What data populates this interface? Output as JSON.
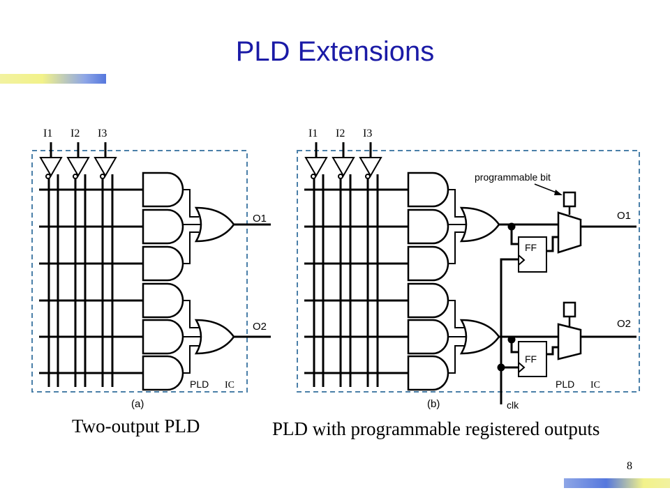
{
  "slide": {
    "title": "PLD Extensions",
    "page_number": "8"
  },
  "panel_a": {
    "inputs": [
      "I1",
      "I2",
      "I3"
    ],
    "outputs": [
      "O1",
      "O2"
    ],
    "chip_label": "PLD",
    "chip_suffix": "IC",
    "sub_label": "(a)",
    "caption": "Two-output PLD"
  },
  "panel_b": {
    "inputs": [
      "I1",
      "I2",
      "I3"
    ],
    "outputs": [
      "O1",
      "O2"
    ],
    "flipflop_label": "FF",
    "annotation": "programmable bit",
    "clock_label": "clk",
    "chip_label": "PLD",
    "chip_suffix": "IC",
    "sub_label": "(b)",
    "caption": "PLD with programmable registered outputs"
  },
  "colors": {
    "title": "#1a1aa6",
    "dashed_border": "#4a7fa8",
    "ink": "#000000"
  }
}
